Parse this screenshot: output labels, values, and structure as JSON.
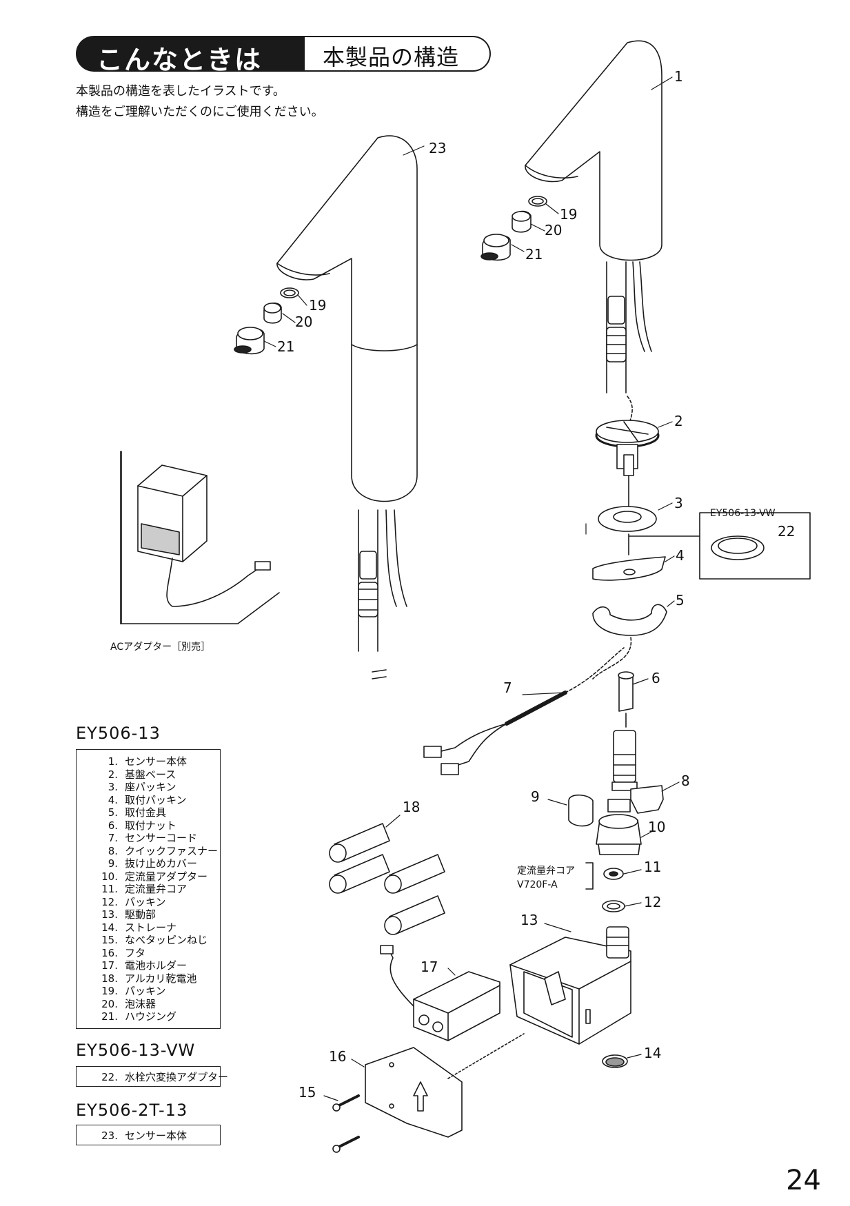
{
  "header": {
    "section_label": "こんなときは",
    "title": "本製品の構造"
  },
  "intro": [
    "本製品の構造を表したイラストです。",
    "構造をご理解いただくのにご使用ください。"
  ],
  "callouts": {
    "c1": "1",
    "c2": "2",
    "c3": "3",
    "c4": "4",
    "c5": "5",
    "c6": "6",
    "c7": "7",
    "c8": "8",
    "c9": "9",
    "c10": "10",
    "c11": "11",
    "c12": "12",
    "c13": "13",
    "c14": "14",
    "c15": "15",
    "c16": "16",
    "c17": "17",
    "c18": "18",
    "c19a": "19",
    "c20a": "20",
    "c21a": "21",
    "c19b": "19",
    "c20b": "20",
    "c21b": "21",
    "c22": "22",
    "c23": "23"
  },
  "ac_adapter_label": "ACアダプター［別売］",
  "vw_label": "EY506-13-VW",
  "valve_core_label": [
    "定流量弁コア",
    "V720F-A"
  ],
  "lists": [
    {
      "title": "EY506-13",
      "items": [
        {
          "num": "1.",
          "name": "センサー本体"
        },
        {
          "num": "2.",
          "name": "基盤ベース"
        },
        {
          "num": "3.",
          "name": "座パッキン"
        },
        {
          "num": "4.",
          "name": "取付パッキン"
        },
        {
          "num": "5.",
          "name": "取付金具"
        },
        {
          "num": "6.",
          "name": "取付ナット"
        },
        {
          "num": "7.",
          "name": "センサーコード"
        },
        {
          "num": "8.",
          "name": "クイックファスナー"
        },
        {
          "num": "9.",
          "name": "抜け止めカバー"
        },
        {
          "num": "10.",
          "name": "定流量アダプター"
        },
        {
          "num": "11.",
          "name": "定流量弁コア"
        },
        {
          "num": "12.",
          "name": "パッキン"
        },
        {
          "num": "13.",
          "name": "駆動部"
        },
        {
          "num": "14.",
          "name": "ストレーナ"
        },
        {
          "num": "15.",
          "name": "なべタッピンねじ"
        },
        {
          "num": "16.",
          "name": "フタ"
        },
        {
          "num": "17.",
          "name": "電池ホルダー"
        },
        {
          "num": "18.",
          "name": "アルカリ乾電池"
        },
        {
          "num": "19.",
          "name": "パッキン"
        },
        {
          "num": "20.",
          "name": "泡沫器"
        },
        {
          "num": "21.",
          "name": "ハウジング"
        }
      ]
    },
    {
      "title": "EY506-13-VW",
      "items": [
        {
          "num": "22.",
          "name": "水栓穴変換アダプター"
        }
      ]
    },
    {
      "title": "EY506-2T-13",
      "items": [
        {
          "num": "23.",
          "name": "センサー本体"
        }
      ]
    }
  ],
  "page_number": "24"
}
